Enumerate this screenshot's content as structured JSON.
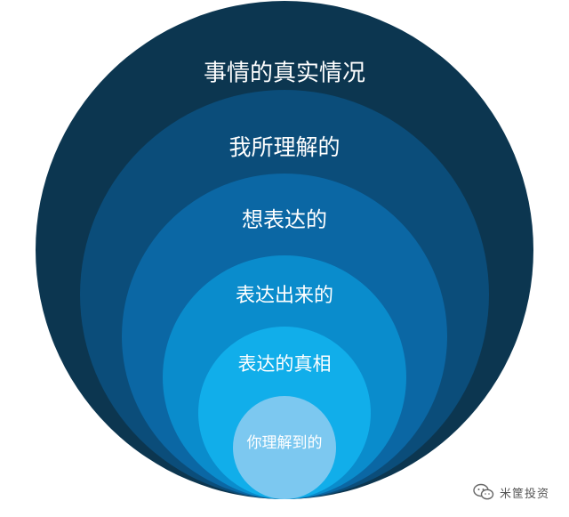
{
  "diagram": {
    "rings": [
      {
        "label": "事情的真实情况",
        "color": "#0c3650"
      },
      {
        "label": "我所理解的",
        "color": "#0b4d7a"
      },
      {
        "label": "想表达的",
        "color": "#0b67a4"
      },
      {
        "label": "表达出来的",
        "color": "#0a8ccc"
      },
      {
        "label": "表达的真相",
        "color": "#11aeea"
      },
      {
        "label": "你理解到的",
        "color": "#7cc8f0"
      }
    ]
  },
  "watermark": {
    "text": "米筐投资",
    "icon": "wechat-icon"
  }
}
